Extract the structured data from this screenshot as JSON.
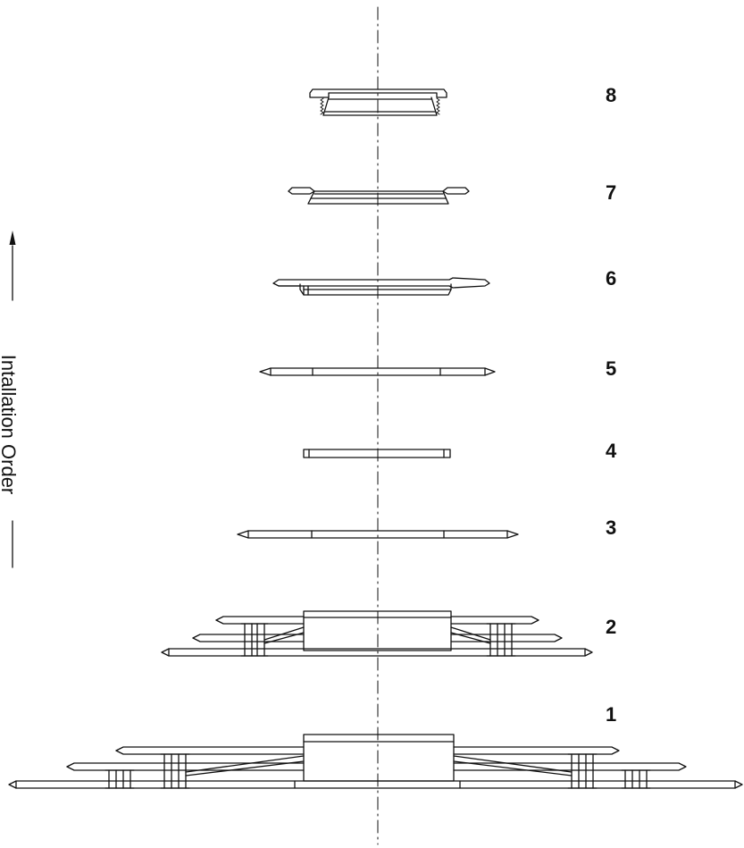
{
  "side_label": "Intallation Order",
  "parts": [
    {
      "number": "8"
    },
    {
      "number": "7"
    },
    {
      "number": "6"
    },
    {
      "number": "5"
    },
    {
      "number": "4"
    },
    {
      "number": "3"
    },
    {
      "number": "2"
    },
    {
      "number": "1"
    }
  ]
}
